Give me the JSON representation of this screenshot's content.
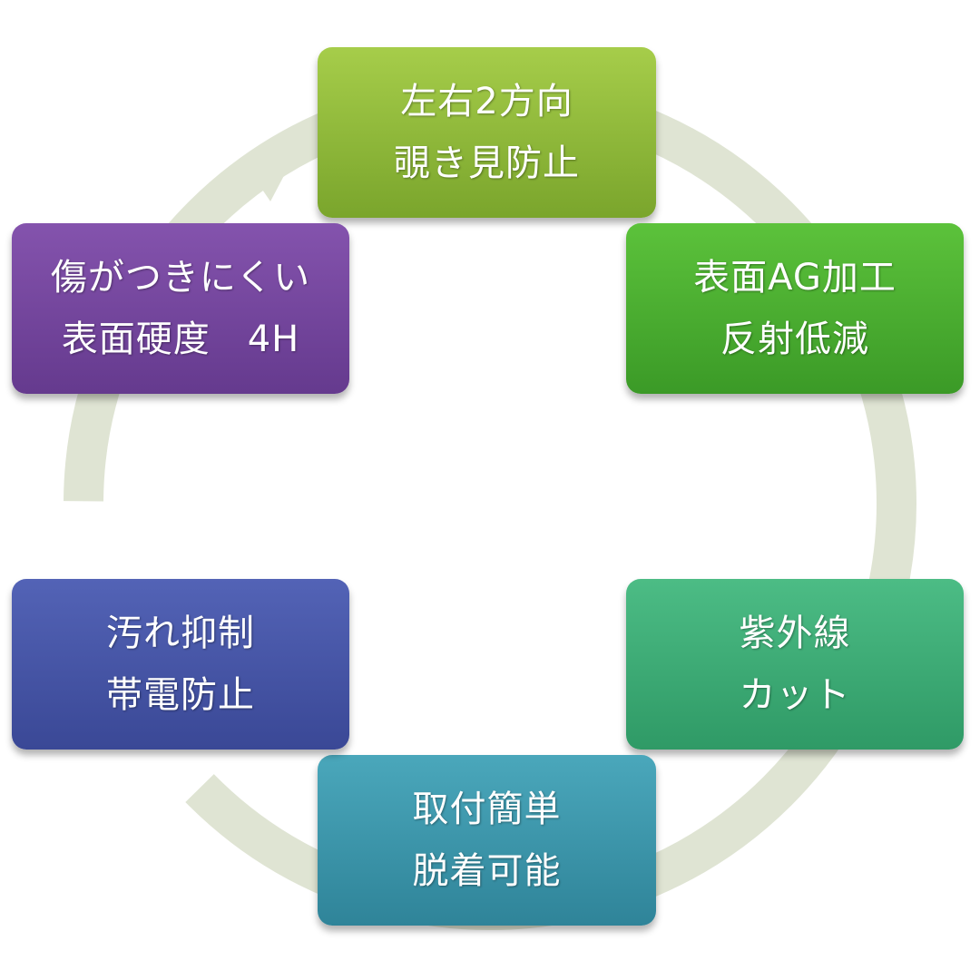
{
  "diagram": {
    "ring_color": "#dfe4d3",
    "nodes": [
      {
        "id": "top",
        "lines": [
          "左右2方向",
          "覗き見防止"
        ],
        "color_top": "#a6cd4a",
        "color_bottom": "#7aa52c"
      },
      {
        "id": "right-top",
        "lines": [
          "表面AG加工",
          "反射低減"
        ],
        "color_top": "#5cc23b",
        "color_bottom": "#3b9a27"
      },
      {
        "id": "right-bottom",
        "lines": [
          "紫外線",
          "カット"
        ],
        "color_top": "#4cbc85",
        "color_bottom": "#2f9a66"
      },
      {
        "id": "bottom",
        "lines": [
          "取付簡単",
          "脱着可能"
        ],
        "color_top": "#4aa7bb",
        "color_bottom": "#2f8499"
      },
      {
        "id": "left-bottom",
        "lines": [
          "汚れ抑制",
          "帯電防止"
        ],
        "color_top": "#5363b6",
        "color_bottom": "#3a4896"
      },
      {
        "id": "left-top",
        "lines": [
          "傷がつきにくい",
          "表面硬度　4H"
        ],
        "color_top": "#8453ad",
        "color_bottom": "#653a8e"
      }
    ]
  }
}
